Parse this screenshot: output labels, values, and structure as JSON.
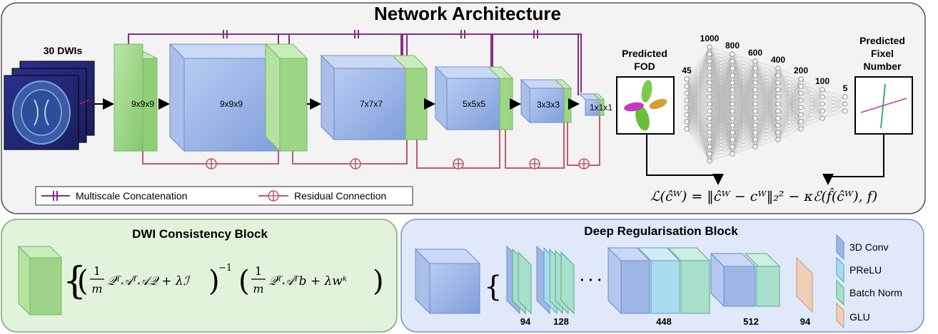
{
  "main_panel": {
    "title": "Network Architecture",
    "input_label": "30 DWIs",
    "blocks": [
      "9x9x9",
      "9x9x9",
      "7x7x7",
      "5x5x5",
      "3x3x3",
      "1x1x1"
    ],
    "fod_label_1": "Predicted",
    "fod_label_2": "FOD",
    "fixel_label_1": "Predicted",
    "fixel_label_2": "Fixel",
    "fixel_label_3": "Number",
    "mlp_sizes": [
      "45",
      "1000",
      "800",
      "600",
      "400",
      "200",
      "100",
      "5"
    ],
    "loss_formula": "ℒ(ĉᵂ) = ‖ĉᵂ − cᵂ‖₂² − κℰ(f̂(ĉᵂ), f)",
    "legend": {
      "concat": "Multiscale Concatenation",
      "residual": "Residual Connection"
    }
  },
  "dwi_panel": {
    "title": "DWI Consistency Block",
    "formula_open": "{",
    "frac_num": "1",
    "frac_den": "m",
    "term1": "𝒬ᵀ𝒜ᵀ𝒜𝒬 + λℐ",
    "inverse": "−1",
    "term2": "𝒬ᵀ𝒜ᵀb + λwᵏ"
  },
  "reg_panel": {
    "title": "Deep Regularisation Block",
    "ellipsis": "· · ·",
    "counts": [
      "94",
      "128",
      "448",
      "512",
      "94"
    ],
    "legend": [
      "3D Conv",
      "PReLU",
      "Batch Norm",
      "GLU"
    ]
  },
  "colors": {
    "conv": "#9db6e6",
    "prelu": "#a9dcef",
    "batchnorm": "#a8e0cc",
    "glu": "#f0cfb8",
    "dwi_block": "#9ed48a",
    "concat_line": "#8a2a8a",
    "residual_line": "#c05a6a"
  }
}
